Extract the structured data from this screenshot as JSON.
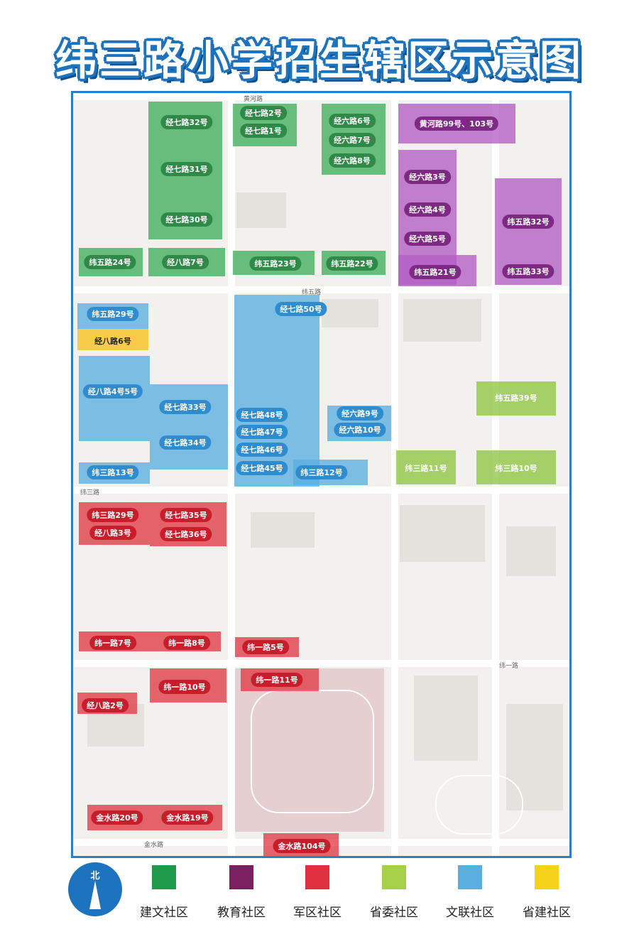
{
  "title": "纬三路小学招生辖区示意图",
  "colors": {
    "jianwen": "#3fae5c",
    "jiaoyu": "#b45ec4",
    "junqu": "#e03b46",
    "shengwei": "#8fc742",
    "wenlian": "#5aaee0",
    "shengjian": "#f7c21a",
    "pill_green": "#2e8a46",
    "pill_purple": "#7e2a85",
    "pill_red": "#c81e2b",
    "pill_blue": "#2e8ccf",
    "frame": "#2a7fc9"
  },
  "streets": {
    "top": "黄河路",
    "wei5": "纬五路",
    "wei3": "纬三路",
    "wei1": "纬一路",
    "jinshui": "金水路"
  },
  "zones": [
    {
      "label": "经七路32号",
      "community": "jianwen"
    },
    {
      "label": "经七路31号",
      "community": "jianwen"
    },
    {
      "label": "经七路30号",
      "community": "jianwen"
    },
    {
      "label": "经七路2号",
      "community": "jianwen"
    },
    {
      "label": "经七路1号",
      "community": "jianwen"
    },
    {
      "label": "经六路6号",
      "community": "jianwen"
    },
    {
      "label": "经六路7号",
      "community": "jianwen"
    },
    {
      "label": "经六路8号",
      "community": "jianwen"
    },
    {
      "label": "纬五路24号",
      "community": "jianwen"
    },
    {
      "label": "经八路7号",
      "community": "jianwen"
    },
    {
      "label": "纬五路23号",
      "community": "jianwen"
    },
    {
      "label": "纬五路22号",
      "community": "jianwen"
    },
    {
      "label": "黄河路99号、103号",
      "community": "jiaoyu"
    },
    {
      "label": "经六路3号",
      "community": "jiaoyu"
    },
    {
      "label": "经六路4号",
      "community": "jiaoyu"
    },
    {
      "label": "经六路5号",
      "community": "jiaoyu"
    },
    {
      "label": "纬五路21号",
      "community": "jiaoyu"
    },
    {
      "label": "纬五路32号",
      "community": "jiaoyu"
    },
    {
      "label": "纬五路33号",
      "community": "jiaoyu"
    },
    {
      "label": "纬五路29号",
      "community": "wenlian"
    },
    {
      "label": "经八路6号",
      "community": "shengjian"
    },
    {
      "label": "经七路50号",
      "community": "wenlian"
    },
    {
      "label": "经八路4号5号",
      "community": "wenlian"
    },
    {
      "label": "经七路33号",
      "community": "wenlian"
    },
    {
      "label": "经七路34号",
      "community": "wenlian"
    },
    {
      "label": "纬三路13号",
      "community": "wenlian"
    },
    {
      "label": "经七路48号",
      "community": "wenlian"
    },
    {
      "label": "经七路47号",
      "community": "wenlian"
    },
    {
      "label": "经七路46号",
      "community": "wenlian"
    },
    {
      "label": "经七路45号",
      "community": "wenlian"
    },
    {
      "label": "经六路9号",
      "community": "wenlian"
    },
    {
      "label": "经六路10号",
      "community": "wenlian"
    },
    {
      "label": "纬三路12号",
      "community": "wenlian"
    },
    {
      "label": "纬五路39号",
      "community": "shengwei"
    },
    {
      "label": "纬三路11号",
      "community": "shengwei"
    },
    {
      "label": "纬三路10号",
      "community": "shengwei"
    },
    {
      "label": "纬三路29号",
      "community": "junqu"
    },
    {
      "label": "经八路3号",
      "community": "junqu"
    },
    {
      "label": "经七路35号",
      "community": "junqu"
    },
    {
      "label": "经七路36号",
      "community": "junqu"
    },
    {
      "label": "纬一路7号",
      "community": "junqu"
    },
    {
      "label": "纬一路8号",
      "community": "junqu"
    },
    {
      "label": "纬一路5号",
      "community": "junqu"
    },
    {
      "label": "纬一路10号",
      "community": "junqu"
    },
    {
      "label": "纬一路11号",
      "community": "junqu"
    },
    {
      "label": "经八路2号",
      "community": "junqu"
    },
    {
      "label": "金水路20号",
      "community": "junqu"
    },
    {
      "label": "金水路19号",
      "community": "junqu"
    },
    {
      "label": "金水路104号",
      "community": "junqu"
    }
  ],
  "legend": {
    "north": "北",
    "items": [
      {
        "label": "建文社区",
        "color": "#1e9a48"
      },
      {
        "label": "教育社区",
        "color": "#7a2060"
      },
      {
        "label": "军区社区",
        "color": "#e0303e"
      },
      {
        "label": "省委社区",
        "color": "#a6cf4a"
      },
      {
        "label": "文联社区",
        "color": "#5aaee0"
      },
      {
        "label": "省建社区",
        "color": "#f7d21a"
      }
    ]
  }
}
